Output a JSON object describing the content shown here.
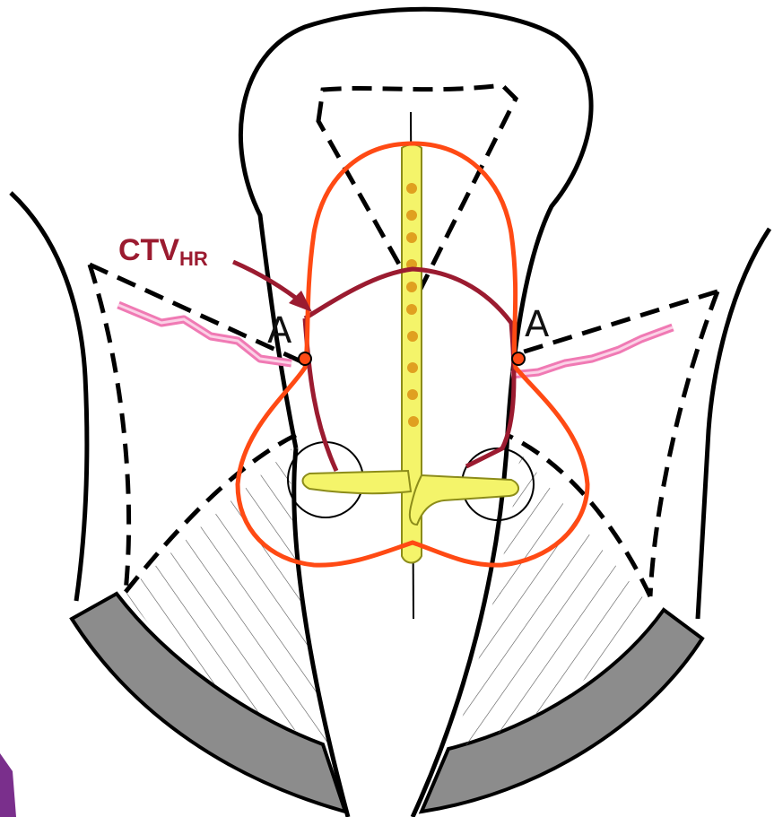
{
  "labels": {
    "ctv": "CTV",
    "ctv_subscript": "HR",
    "point_a_left": "A",
    "point_a_right": "A"
  },
  "colors": {
    "ctv_hr": "#9b1b30",
    "target_contour": "#ff4a14",
    "applicator": "#f4f46a",
    "applicator_outline": "#8c8c1a",
    "source_dots": "#e0a020",
    "vessel": "#f07ab4",
    "pelvic_wall": "#8a8a8a",
    "outline": "#000000"
  }
}
